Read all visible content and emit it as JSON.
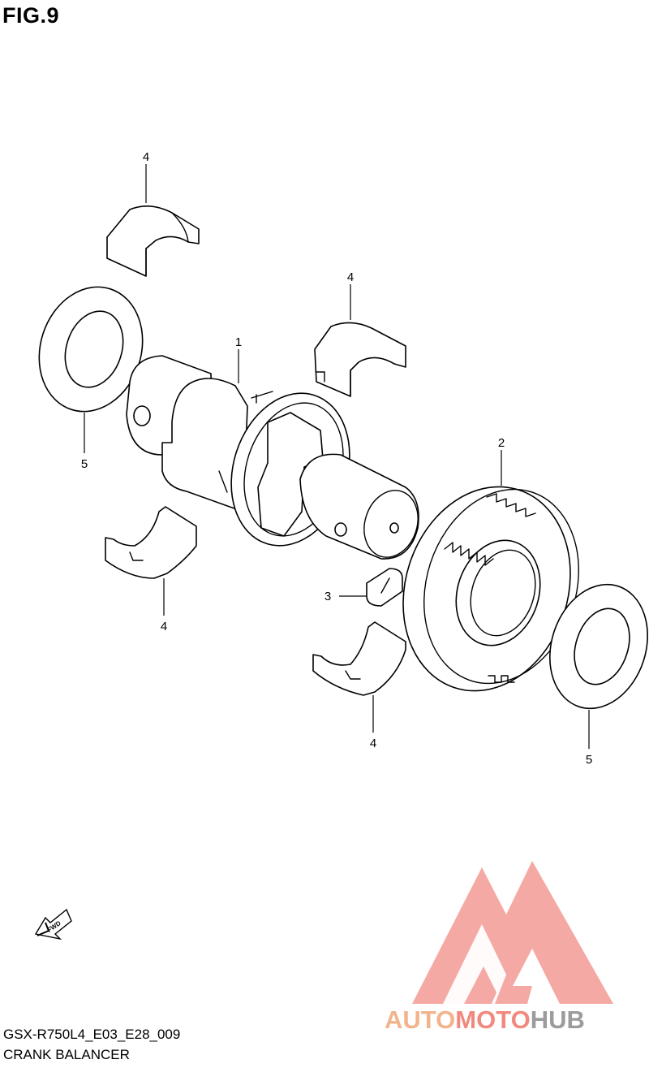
{
  "figure": {
    "title": "FIG.9"
  },
  "callouts": [
    {
      "ref": "1",
      "part": "balancer-shaft"
    },
    {
      "ref": "2",
      "part": "balancer-driven-gear"
    },
    {
      "ref": "3",
      "part": "key"
    },
    {
      "ref": "4",
      "part": "bearing-upper-left"
    },
    {
      "ref": "4",
      "part": "bearing-upper-right"
    },
    {
      "ref": "4",
      "part": "bearing-lower-left"
    },
    {
      "ref": "4",
      "part": "bearing-lower-right"
    },
    {
      "ref": "5",
      "part": "washer-left"
    },
    {
      "ref": "5",
      "part": "washer-right"
    }
  ],
  "fwd_marker": {
    "label": "FWD",
    "icon": "fwd-arrow-icon"
  },
  "watermark": {
    "brand_a": "AUTO",
    "brand_b": "MOTO",
    "brand_c": "HUB",
    "color_a": "#f2b48c",
    "color_b": "#f08a7e",
    "color_c": "#9c9c9c",
    "logo_color": "#f4a09a"
  },
  "footer": {
    "diagram_code": "GSX-R750L4_E03_E28_009",
    "diagram_name": "CRANK BALANCER"
  }
}
